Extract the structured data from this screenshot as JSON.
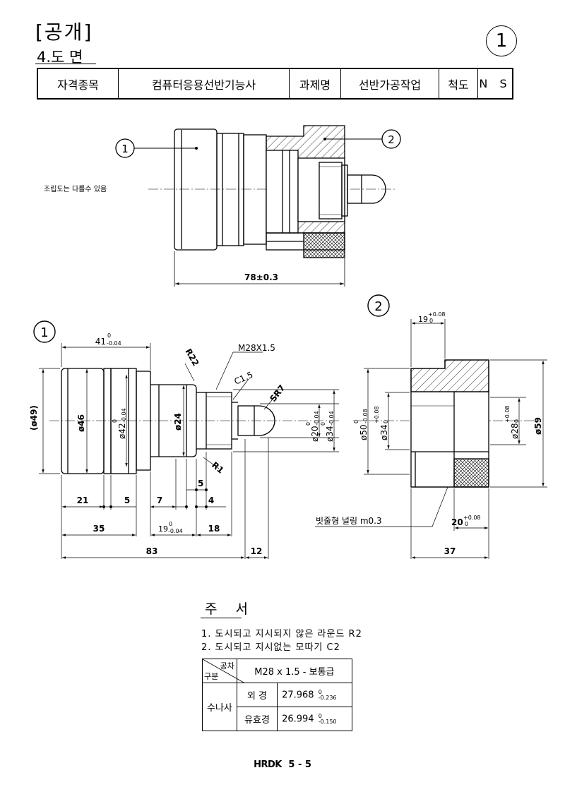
{
  "header": {
    "open_label": "[공개]",
    "section": "4.도 면",
    "sheet_no": "1"
  },
  "title_block": {
    "qualification_label": "자격종목",
    "qualification": "컴퓨터응용선반기능사",
    "task_label": "과제명",
    "task": "선반가공작업",
    "scale_label": "척도",
    "scale": "N S"
  },
  "assembly": {
    "part1_balloon": "1",
    "part2_balloon": "2",
    "note": "조립도는 다를수 있음",
    "overall_length": "78±0.3"
  },
  "part1": {
    "balloon": "1",
    "dims": {
      "len41": "41",
      "len41_tol_up": "0",
      "len41_tol_lo": "-0.04",
      "r22": "R22",
      "thread": "M28X1.5",
      "c15": "C1.5",
      "sr7": "SR7",
      "d49": "(ø49)",
      "d46": "ø46",
      "d42": "ø42",
      "d42_tol_up": "0",
      "d42_tol_lo": "-0.04",
      "d24": "ø24",
      "d20": "ø20",
      "d20_tol_up": "0",
      "d20_tol_lo": "-0.04",
      "d34": "ø34",
      "d34_tol_up": "0",
      "d34_tol_lo": "-0.04",
      "r1": "R1",
      "l5a": "5",
      "l21": "21",
      "l5b": "5",
      "l7": "7",
      "l4": "4",
      "l35": "35",
      "l19": "19",
      "l19_tol_up": "0",
      "l19_tol_lo": "-0.04",
      "l18": "18",
      "l83": "83",
      "l12": "12"
    }
  },
  "part2": {
    "balloon": "2",
    "dims": {
      "l19": "19",
      "l19_tol_up": "+0.08",
      "l19_tol_lo": "0",
      "d50": "ø50",
      "d50_tol_up": "0",
      "d50_tol_lo": "-0.08",
      "d34": "ø34",
      "d34_tol_up": "+0.08",
      "d34_tol_lo": "0",
      "d28": "ø28",
      "d28_tol_up": "+0.08",
      "d28_tol_lo": "0",
      "d59": "ø59",
      "knurl": "빗줄형 널링 m0.3",
      "l20": "20",
      "l20_tol_up": "+0.08",
      "l20_tol_lo": "0",
      "l37": "37"
    }
  },
  "notes": {
    "title": "주 서",
    "line1": "1. 도시되고 지시되지 않은 라운드 R2",
    "line2": "2. 도시되고 지시없는 모따기 C2"
  },
  "tolerance_table": {
    "corner_top": "공차",
    "corner_bottom": "구분",
    "header": "M28 x 1.5 - 보통급",
    "group": "수나사",
    "row1_label": "외  경",
    "row1_value": "27.968",
    "row1_tol_up": "0",
    "row1_tol_lo": "-0.236",
    "row2_label": "유효경",
    "row2_value": "26.994",
    "row2_tol_up": "0",
    "row2_tol_lo": "-0.150"
  },
  "footer": {
    "brand": "HRDK",
    "page": "5 - 5"
  }
}
